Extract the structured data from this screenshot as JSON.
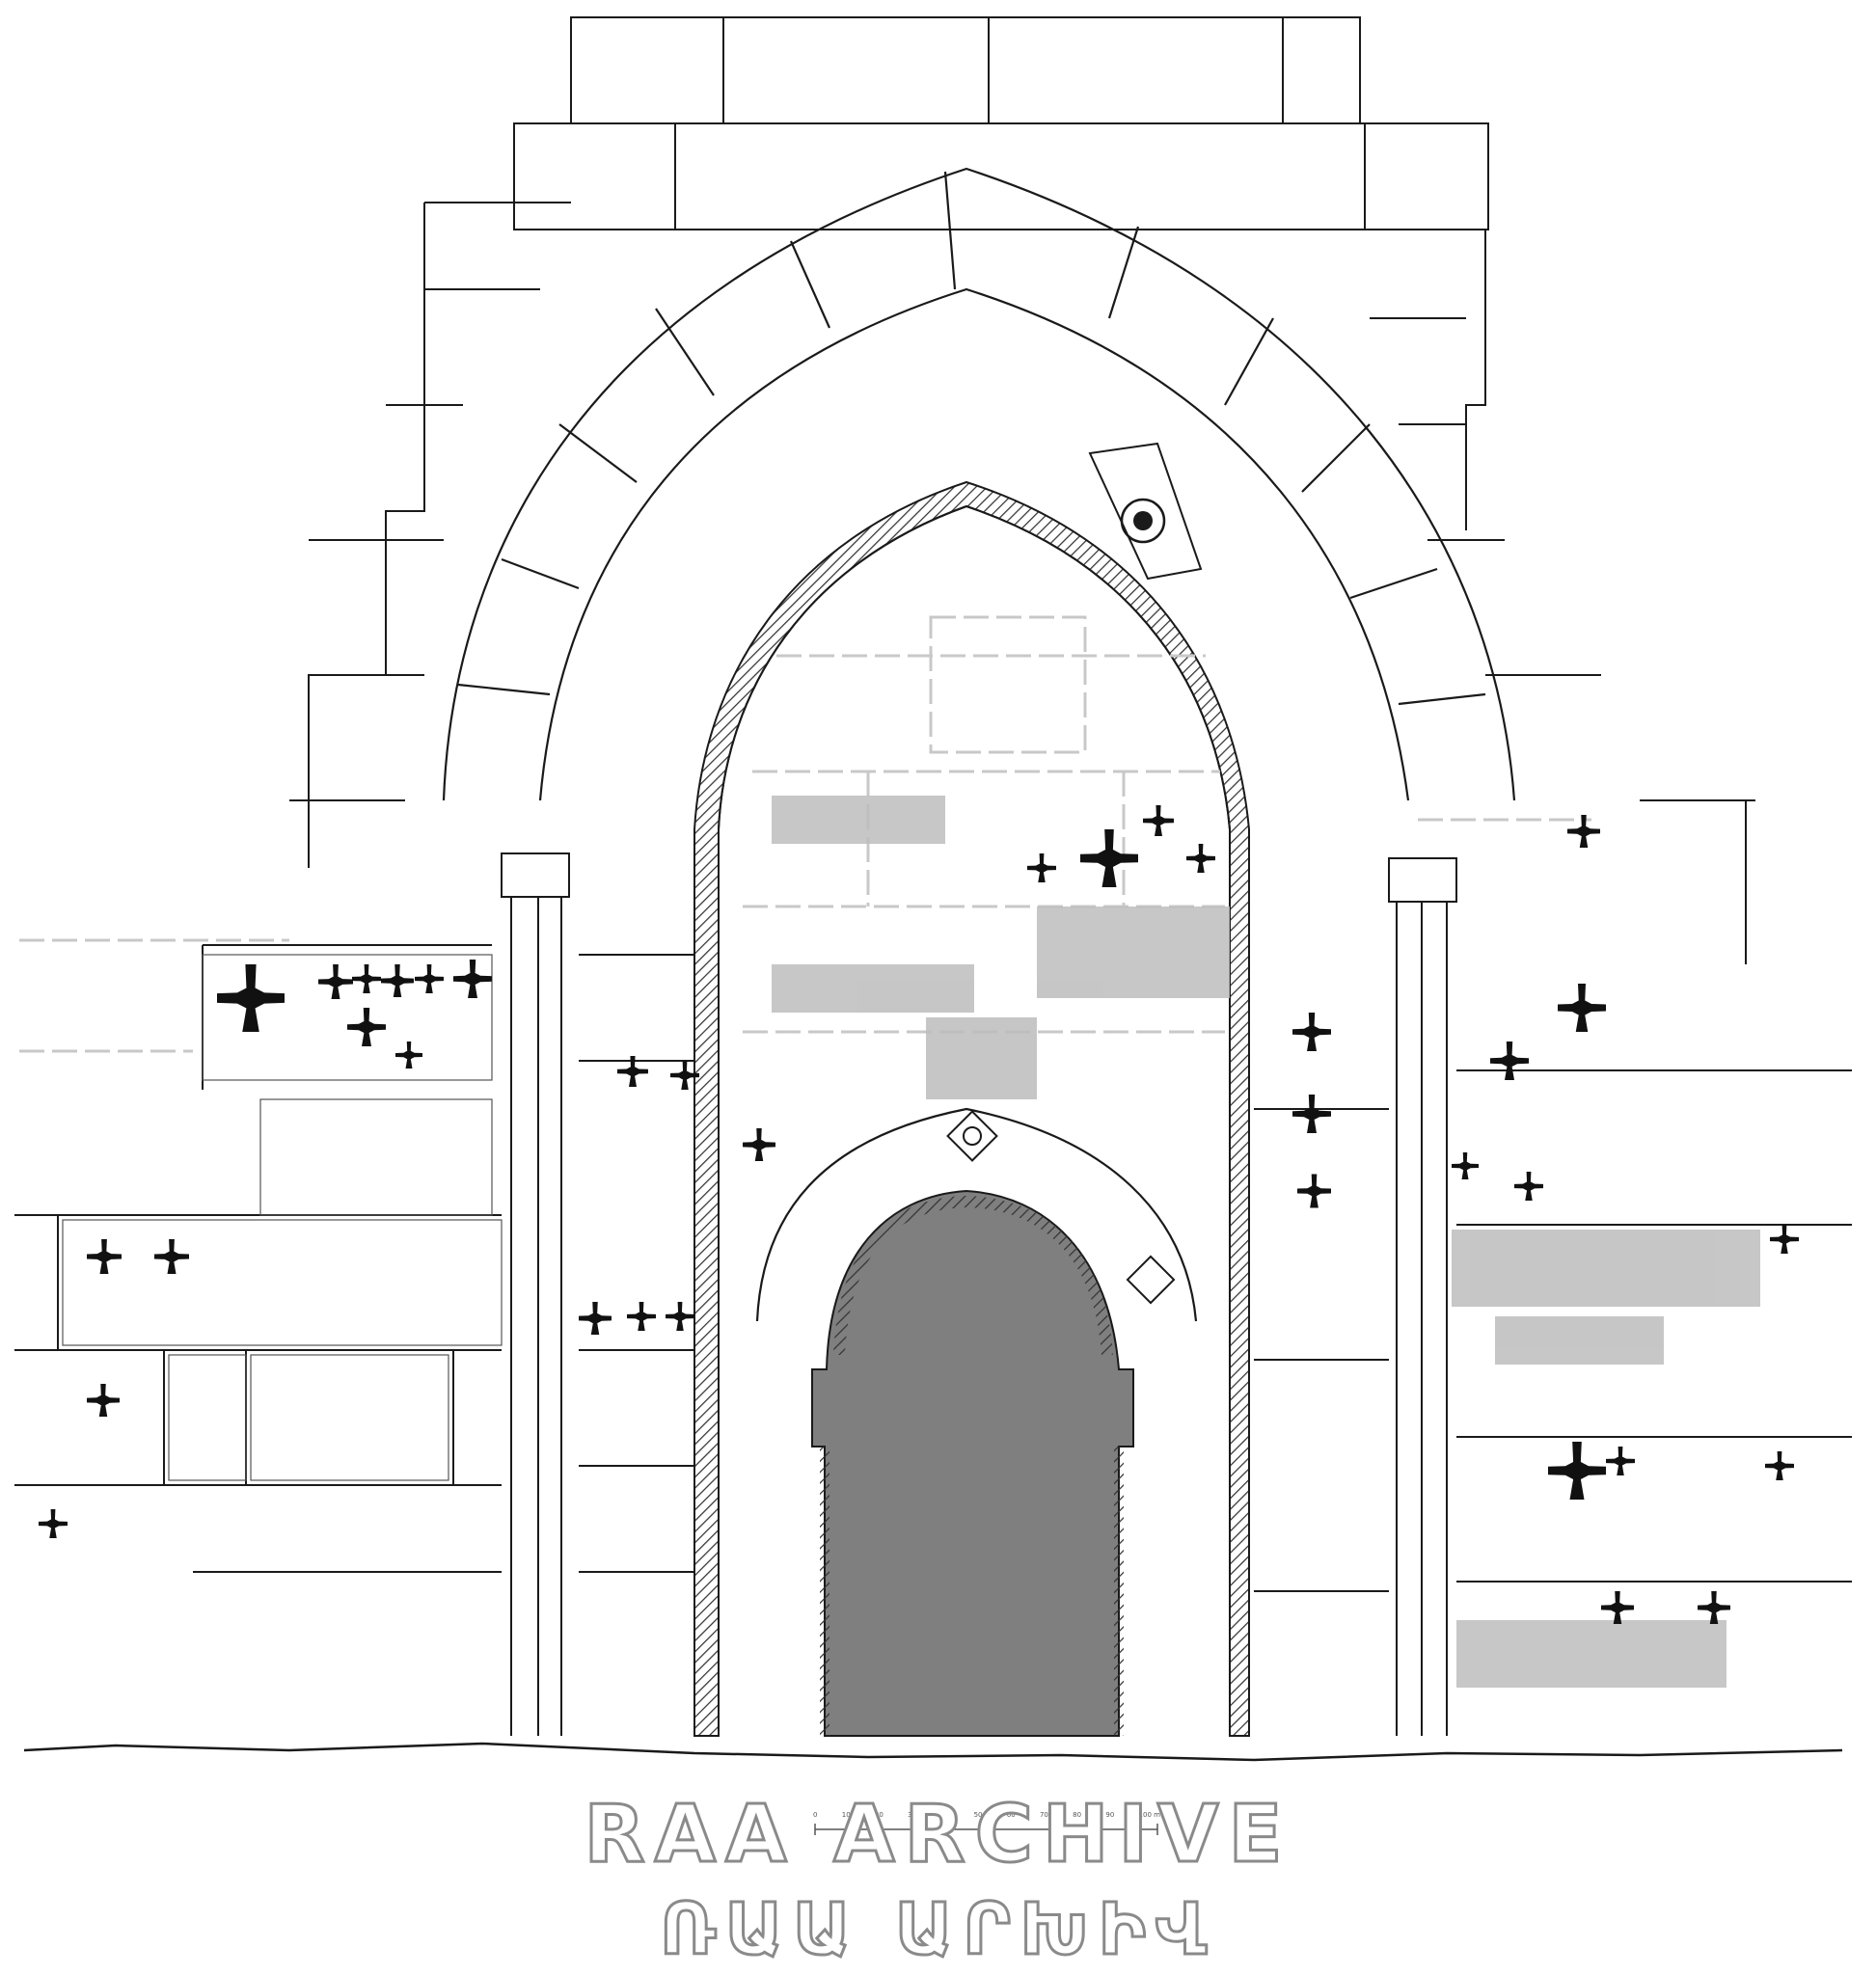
{
  "watermark": {
    "line1": "RAA ARCHIVE",
    "line2": "ՌԱԱ ԱՐԽԻՎ"
  },
  "scale_bar": {
    "labels": [
      "0",
      "10",
      "20",
      "30",
      "40",
      "50",
      "60",
      "70",
      "80",
      "90",
      "100 m"
    ]
  },
  "colors": {
    "line": "#1a1a1a",
    "masonry_faint": "#c8c8c8",
    "doorway_fill": "#7f7f7f",
    "inscription_gray": "#aaaaaa",
    "cross": "#111111"
  },
  "icons": {
    "cross": "khachkar-cross-icon",
    "rosette": "rosette-icon",
    "ornament": "diamond-ornament-icon"
  }
}
